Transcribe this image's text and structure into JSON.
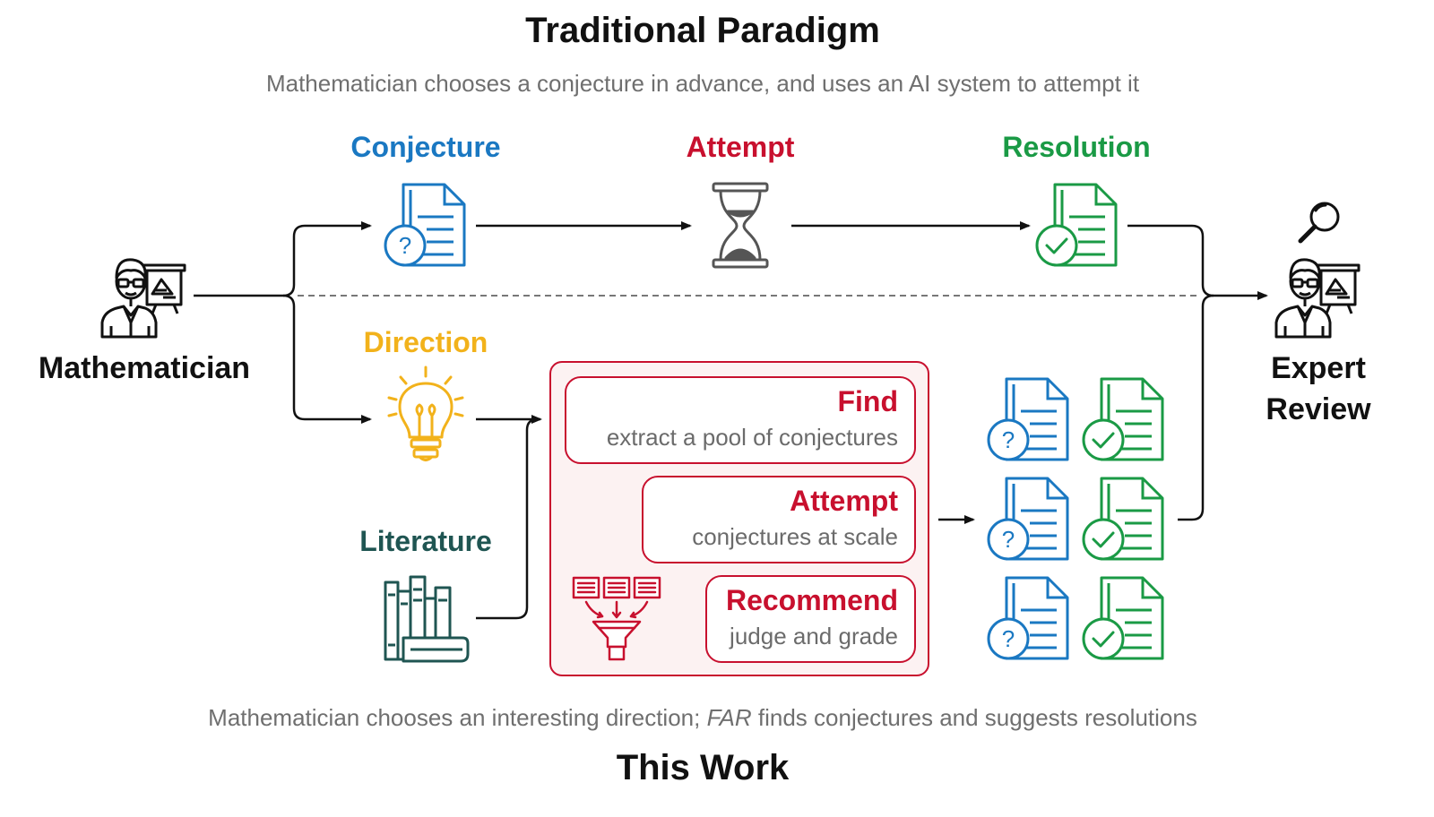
{
  "header": {
    "title": "Traditional Paradigm",
    "subtitle": "Mathematician chooses a conjecture in advance, and uses an AI system to attempt it"
  },
  "footer": {
    "caption_pre": "Mathematician chooses an interesting direction; ",
    "caption_em": "FAR",
    "caption_post": " finds conjectures and suggests resolutions",
    "title": "This Work"
  },
  "actors": {
    "left": "Mathematician",
    "right_line1": "Expert",
    "right_line2": "Review"
  },
  "traditional": {
    "conjecture": "Conjecture",
    "attempt": "Attempt",
    "resolution": "Resolution"
  },
  "this_work": {
    "direction": "Direction",
    "literature": "Literature",
    "find_title": "Find",
    "find_desc": "extract a pool of conjectures",
    "attempt_title": "Attempt",
    "attempt_desc": "conjectures at scale",
    "recommend_title": "Recommend",
    "recommend_desc": "judge and grade"
  },
  "colors": {
    "conjecture": "#1a78c2",
    "attempt": "#c8102e",
    "resolution": "#1a9a45",
    "direction": "#f2b21b",
    "literature": "#1f5552",
    "panel_border": "#c8102e",
    "panel_fill": "#fcf2f2",
    "arrow": "#111111",
    "subtitle_text": "#6f6f6f"
  },
  "icons": {
    "mathematician": "teacher-at-board-icon",
    "magnifier": "magnifying-glass-icon",
    "conjecture": "document-question-icon",
    "attempt": "hourglass-icon",
    "resolution": "document-check-icon",
    "direction": "lightbulb-icon",
    "literature": "books-icon",
    "recommend": "funnel-filter-icon"
  }
}
